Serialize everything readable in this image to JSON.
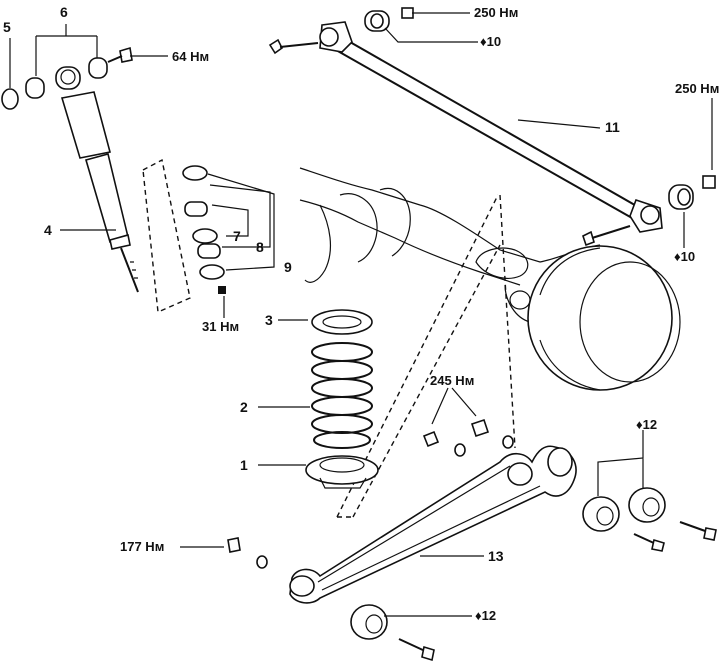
{
  "labels": {
    "l1": "1",
    "l2": "2",
    "l3": "3",
    "l4": "4",
    "l5": "5",
    "l6": "6",
    "l7": "7",
    "l8": "8",
    "l9": "9",
    "l10a": "♦10",
    "l10b": "♦10",
    "l11": "11",
    "l12a": "♦12",
    "l12b": "♦12",
    "l13": "13"
  },
  "torques": {
    "t64": "64 Нм",
    "t250a": "250 Нм",
    "t250b": "250 Нм",
    "t31": "31 Нм",
    "t245": "245 Нм",
    "t177": "177 Нм"
  }
}
